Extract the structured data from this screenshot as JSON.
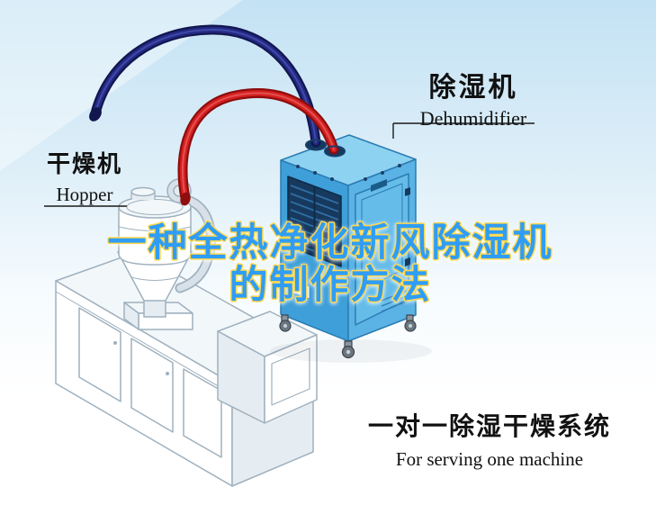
{
  "watermark": {
    "line1": "一种全热净化新风除湿机",
    "line2": "的制作方法"
  },
  "labels": {
    "dehumidifier": {
      "zh": "除湿机",
      "en": "Dehumidifier"
    },
    "hopper": {
      "zh": "干燥机",
      "en": "Hopper"
    }
  },
  "caption": {
    "zh": "一对一除湿干燥系统",
    "en": "For serving one machine"
  },
  "colors": {
    "sky_top": "#c3e2f4",
    "sky_mid": "#ddeef8",
    "watermark_fill": "#2f9df5",
    "watermark_outline": "#ffd84d",
    "hose_red": "#d42020",
    "hose_red_dark": "#8e0d0d",
    "hose_red_light": "#f07070",
    "hose_navy": "#232a85",
    "hose_navy_dark": "#12164f",
    "hose_navy_light": "#5a62c0",
    "dehumidifier_top": "#8ed2f2",
    "dehumidifier_front": "#3f9fd9",
    "dehumidifier_side": "#5bb2e5",
    "dehumidifier_door": "#66bce9",
    "dehumidifier_outline": "#2b7cb2",
    "vent_panel": "#17395e",
    "vent_slat": "#2f6ea3",
    "machine_outline": "#9fb1be",
    "machine_fill": "#ffffff",
    "machine_top": "#f2f7fa",
    "machine_shade": "#e6edf2",
    "duct_fill": "#d8e1e9",
    "leader_line": "#1a1a1a",
    "text_color": "#111111"
  }
}
